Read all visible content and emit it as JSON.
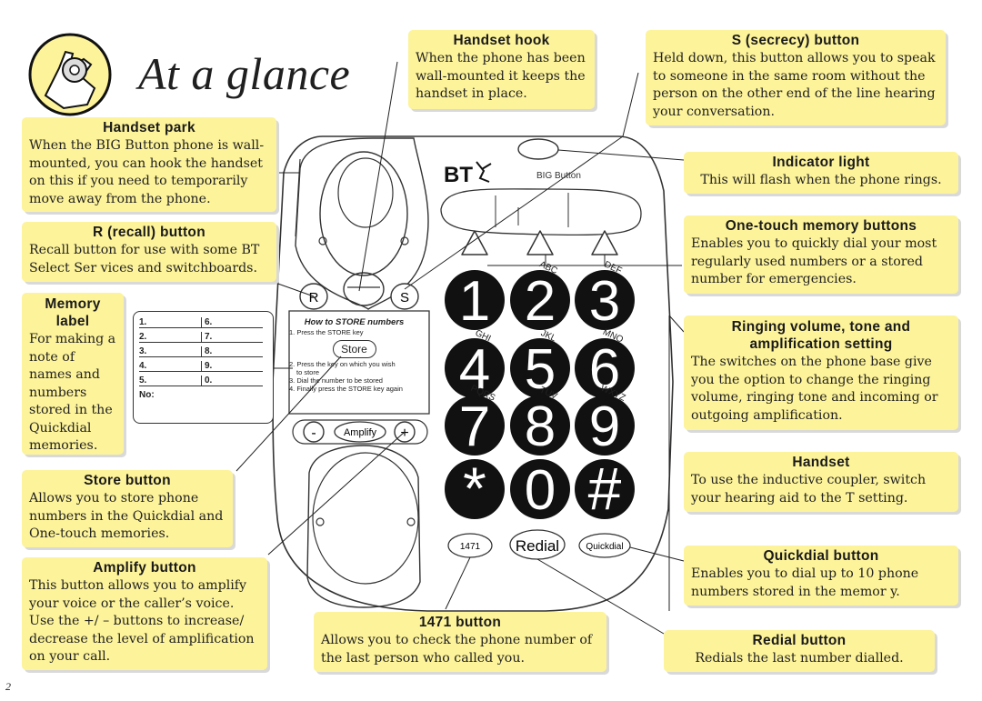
{
  "page": {
    "title": "At a glance",
    "page_number": "2"
  },
  "callouts": {
    "handset_park": {
      "heading": "Handset park",
      "body": "When the BIG Button phone is wall-mounted, you can hook the handset on this if you need to temporarily move away from the phone."
    },
    "recall": {
      "heading": "R (recall) button",
      "body": "Recall button for use with some BT Select Ser vices and switchboards."
    },
    "memory_label": {
      "heading": "Memory label",
      "body": "For making a note of names and numbers stored in the Quickdial memories."
    },
    "store": {
      "heading": "Store button",
      "body": "Allows you to store phone numbers in the Quickdial and One-touch memories."
    },
    "amplify": {
      "heading": "Amplify button",
      "body": "This button allows you to amplify your voice or the caller’s voice. Use the +/ – buttons to increase/ decrease the level of amplification on your call."
    },
    "handset_hook": {
      "heading": "Handset hook",
      "body": "When the phone has been wall-mounted it keeps the handset in place."
    },
    "secrecy": {
      "heading": "S (secrecy) button",
      "body": "Held down, this button allows you to speak to someone in the same room without the person on the other end of the line hearing your conversation."
    },
    "indicator": {
      "heading": "Indicator light",
      "body": "This will flash when the phone rings."
    },
    "one_touch": {
      "heading": "One-touch memory buttons",
      "body": "Enables you to quickly dial your most regularly used numbers or a stored number for emergencies."
    },
    "ringing": {
      "heading": "Ringing volume, tone and amplification setting",
      "body": "The switches on the phone base give you the option to change the ringing volume, ringing tone and incoming or outgoing amplification."
    },
    "handset": {
      "heading": "Handset",
      "body": "To use the inductive coupler, switch your hearing aid to the T setting."
    },
    "quickdial": {
      "heading": "Quickdial button",
      "body": "Enables you to dial up to 10 phone numbers stored in the memor y."
    },
    "b1471": {
      "heading": "1471 button",
      "body": "Allows you to check the phone number of the last person who called you."
    },
    "redial": {
      "heading": "Redial button",
      "body": "Redials the last number dialled."
    }
  },
  "phone": {
    "brand": "BT",
    "model_label": "BIG Button",
    "recall_key": "R",
    "secrecy_key": "S",
    "memory_card": {
      "slots": [
        "1.",
        "2.",
        "3.",
        "4.",
        "5.",
        "6.",
        "7.",
        "8.",
        "9.",
        "0."
      ],
      "no_label": "No:"
    },
    "store_card": {
      "heading": "How to STORE numbers",
      "step1": "1. Press the STORE key",
      "store_key": "Store",
      "step2a": "2. Press the key on which you wish",
      "step2b": "to store",
      "step3": "3. Dial the number to be stored",
      "step4": "4. Finally press the STORE key again"
    },
    "amplify_key": "Amplify",
    "minus": "-",
    "plus": "+",
    "keys": [
      "1",
      "2",
      "3",
      "4",
      "5",
      "6",
      "7",
      "8",
      "9",
      "*",
      "0",
      "#"
    ],
    "letters": {
      "k2": "ABC",
      "k3": "DEF",
      "k4": "GHI",
      "k5": "JKL",
      "k6": "MNO",
      "k7": "PQRS",
      "k8": "TUV",
      "k9": "WXYZ"
    },
    "bottom_keys": {
      "b1471": "1471",
      "redial": "Redial",
      "quickdial": "Quickdial"
    }
  }
}
